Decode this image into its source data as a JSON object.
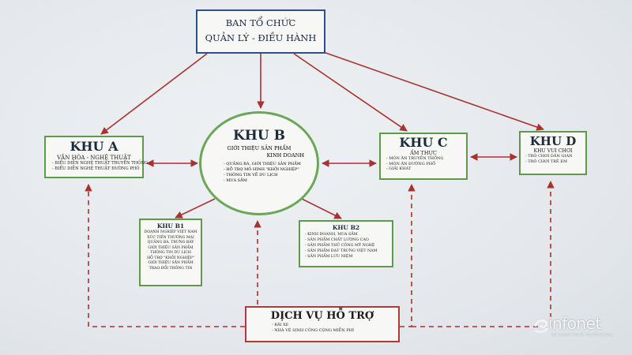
{
  "ban_to_chuc": {
    "line1": "BAN TỔ CHỨC",
    "line2": "QUẢN LÝ - ĐIỀU HÀNH"
  },
  "khu_a": {
    "title": "KHU A",
    "subtitle": "VĂN HÓA - NGHỆ THUẬT",
    "items": [
      "- BIỂU DIỄN NGHỆ THUẬT TRUYỀN THỐNG",
      "- BIỂU DIỄN NGHỆ THUẬT ĐƯỜNG PHỐ"
    ]
  },
  "khu_b": {
    "title": "KHU B",
    "subtitle_line1": "GIỚI THIỆU SẢN PHẨM",
    "subtitle_line2": "KINH DOANH",
    "items": [
      "- QUẢNG BÁ, GIỚI THIỆU SẢN PHẨM",
      "- HỖ TRỢ MÔ HÌNH \"KHỞI NGHIỆP\"",
      "- THÔNG TIN VỀ DU LỊCH",
      "- MUA SẮM"
    ]
  },
  "khu_c": {
    "title": "KHU C",
    "subtitle": "ẨM THỰC",
    "items": [
      "- MÓN ĂN TRUYỀN THỐNG",
      "- MÓN ĂN ĐƯỜNG PHỐ",
      "- GIẢI KHÁT"
    ]
  },
  "khu_d": {
    "title": "KHU D",
    "subtitle": "KHU VUI CHƠI",
    "items": [
      "- TRÒ CHƠI DÂN GIAN",
      "- TRÒ CHƠI TRẺ EM"
    ]
  },
  "khu_b1": {
    "title": "KHU B1",
    "items": [
      "DOANH NGHIỆP VIỆT NAM",
      "XÚC TIẾN THƯƠNG MẠI",
      "QUẢNG BÁ, TRƯNG BÀY",
      "GIỚI THIỆU SẢN PHẨM",
      "THÔNG TIN DU LỊCH",
      "HỖ TRỢ \"KHỞI NGHIỆP\"",
      "GIỚI THIỆU SẢN PHẨM",
      "TRAO ĐỔI THÔNG TIN"
    ]
  },
  "khu_b2": {
    "title": "KHU B2",
    "items": [
      "- KINH DOANH, MUA SẮM",
      "- SẢN PHẨM CHẤT LƯỢNG CAO",
      "- SẢN PHẨM THỦ CÔNG MỸ NGHỆ",
      "- SẢN PHẨM ĐẠT TRƯNG VIỆT NAM",
      "- SẢN PHẨM LƯU NIỆM"
    ]
  },
  "dich_vu": {
    "title": "DỊCH VỤ HỖ TRỢ",
    "items": [
      "- BÃI XE",
      "- NHÀ VỆ SINH CÔNG CỘNG MIỄN PHÍ"
    ]
  },
  "logo": {
    "brand": "infonet",
    "tagline": "BỘ THÔNG TIN VÀ TRUYỀN THÔNG"
  },
  "colors": {
    "arrow": "#a8322f",
    "green_border": "#5f9a4b",
    "blue_border": "#2f4f8a",
    "red_border": "#b03a3a"
  }
}
